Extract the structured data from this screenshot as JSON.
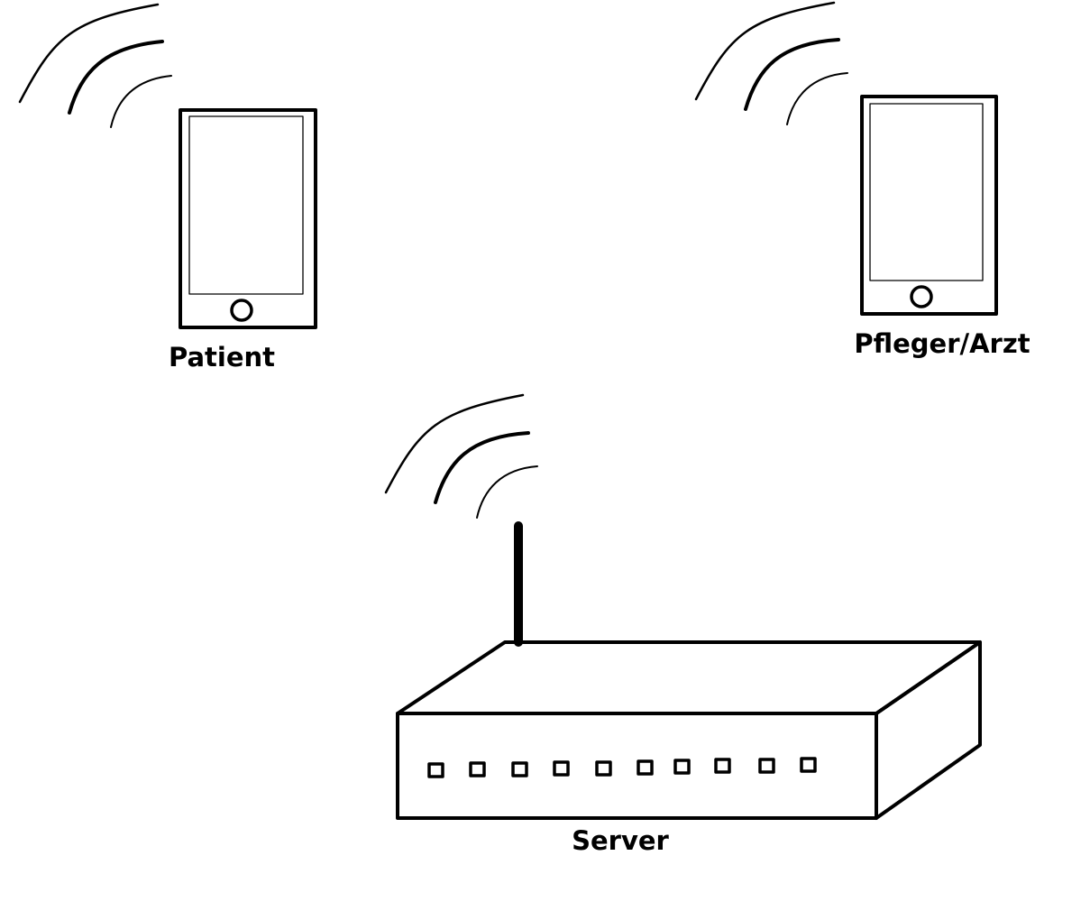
{
  "nodes": {
    "patient": {
      "label": "Patient",
      "device": "smartphone"
    },
    "caregiver": {
      "label": "Pfleger/Arzt",
      "device": "smartphone"
    },
    "server": {
      "label": "Server",
      "device": "router",
      "port_count": 10
    }
  },
  "icons": {
    "signal": "wifi-signal-icon",
    "phone": "smartphone-icon",
    "router": "router-icon"
  },
  "colors": {
    "stroke": "#000000",
    "background": "#ffffff"
  }
}
